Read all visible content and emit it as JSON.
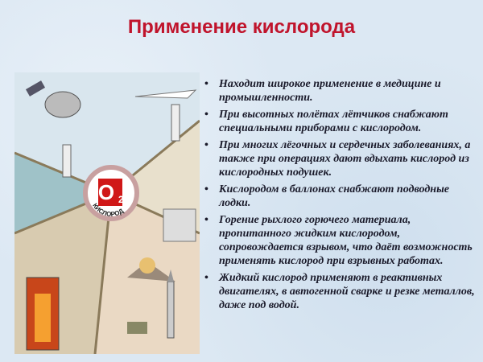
{
  "title": "Применение кислорода",
  "poster": {
    "symbol": "O",
    "subscript": "2",
    "ring_text": "КИСЛОРОД"
  },
  "bullets": [
    "Находит широкое применение в медицине и промышленности.",
    "При высотных полётах лётчиков снабжают специальными приборами с кислородом.",
    "При многих лёгочных и сердечных заболеваниях, а также при операциях дают вдыхать кислород из кислородных подушек.",
    "Кислородом в баллонах снабжают подводные лодки.",
    "Горение рыхлого горючего материала, пропитанного жидким кислородом, сопровождается взрывом, что даёт возможность применять кислород при взрывных работах.",
    "Жидкий кислород применяют в реактивных двигателях, в автогенной сварке и резке металлов, даже под водой."
  ]
}
